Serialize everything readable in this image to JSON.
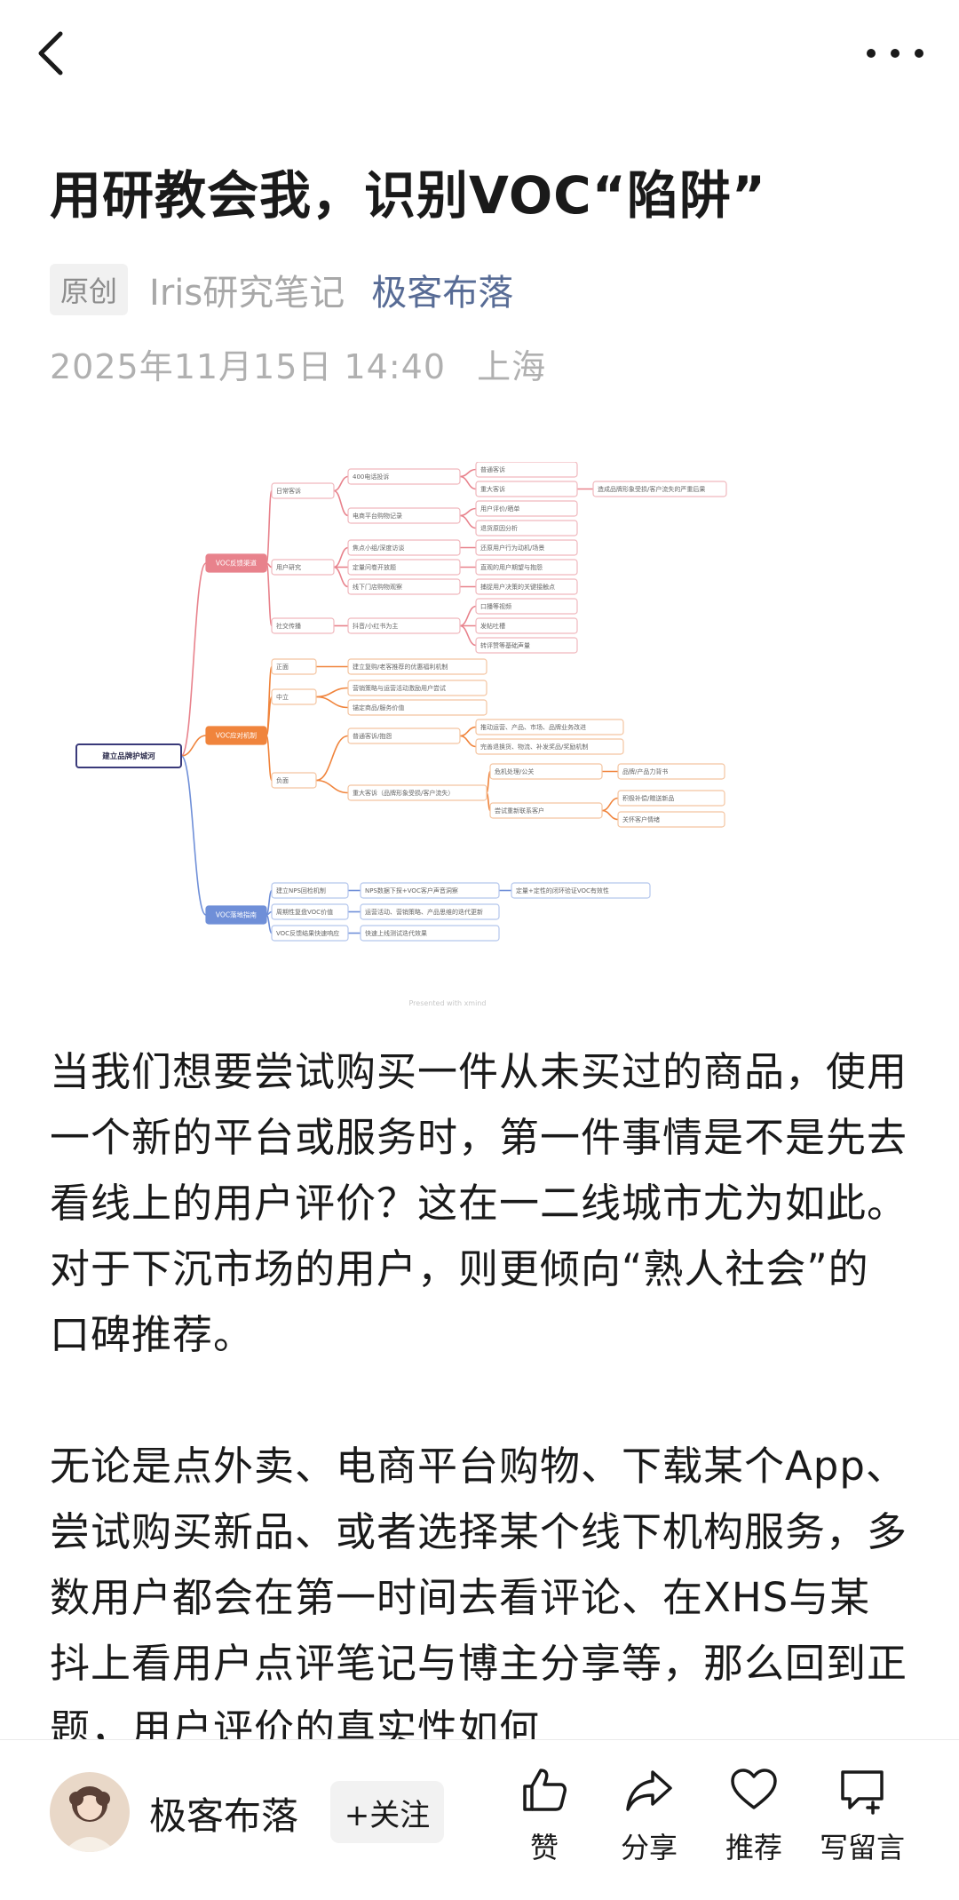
{
  "article": {
    "title": "用研教会我，识别VOC“陷阱”",
    "badge": "原创",
    "author": "Iris研究笔记",
    "account": "极客布落",
    "date": "2025年11月15日 14:40",
    "location": "上海",
    "paragraphs": [
      "当我们想要尝试购买一件从未买过的商品，使用一个新的平台或服务时，第一件事情是不是先去看线上的用户评价？这在一二线城市尤为如此。对于下沉市场的用户，则更倾向“熟人社会”的口碑推荐。",
      "无论是点外卖、电商平台购物、下载某个App、尝试购买新品、或者选择某个线下机构服务，多数用户都会在第一时间去看评论、在XHS与某抖上看用户点评笔记与博主分享等，那么回到正题，用户评价的真实性如何"
    ]
  },
  "mindmap": {
    "root": "建立品牌护城河",
    "branch1": {
      "label": "VOC反馈渠道",
      "color": "#e8828c",
      "n1": "日常客诉",
      "n1a": "400电话投诉",
      "n1a1": "普通客诉",
      "n1a2": "重大客诉",
      "n1a2x": "造成品牌形象受损/客户流失的严重后果",
      "n1b": "电商平台购物记录",
      "n1b1": "用户评价/晒单",
      "n1b2": "退货原因分析",
      "n2": "用户研究",
      "n2a": "焦点小组/深度访谈",
      "n2a1": "还原用户行为动机/场景",
      "n2b": "定量问卷开放题",
      "n2b1": "直观的用户期望与抱怨",
      "n2c": "线下门店购物观察",
      "n2c1": "捕捉用户决策的关键接触点",
      "n3": "社交传播",
      "n3a": "抖音/小红书为主",
      "n3a1": "口播等视频",
      "n3a2": "发帖吐槽",
      "n3a3": "转评赞等基础声量"
    },
    "branch2": {
      "label": "VOC应对机制",
      "color": "#f0843c",
      "m1": "正面",
      "m1a": "建立复购/老客推荐的优惠福利机制",
      "m2": "中立",
      "m2a": "营销策略与运营活动激励用户尝试",
      "m2b": "锚定商品/服务价值",
      "m3": "负面",
      "m3a": "普通客诉/抱怨",
      "m3a1": "推动运营、产品、市场、品牌业务改进",
      "m3a2": "完善退换货、物流、补发奖品/奖励机制",
      "m3b": "重大客诉（品牌形象受损/客户流失）",
      "m3b1": "危机处理/公关",
      "m3b1x": "品牌/产品力背书",
      "m3b2": "尝试重新联系客户",
      "m3b2x": "积极补偿/赠送新品",
      "m3b2y": "关怀客户情绪"
    },
    "branch3": {
      "label": "VOC落地指南",
      "color": "#6f8fd8",
      "k1": "建立NPS回检机制",
      "k1a": "NPS数据下探+VOC客户声音洞察",
      "k1a1": "定量+定性的闭环验证VOC有效性",
      "k2": "周期性复盘VOC价值",
      "k2a": "运营活动、营销策略、产品思维的迭代更新",
      "k3": "VOC反馈结果快速响应",
      "k3a": "快速上线测试迭代效果"
    },
    "watermark": "Presented with xmind"
  },
  "bottombar": {
    "account_name": "极客布落",
    "follow_label": "+关注",
    "like_label": "赞",
    "share_label": "分享",
    "recommend_label": "推荐",
    "comment_label": "写留言"
  }
}
